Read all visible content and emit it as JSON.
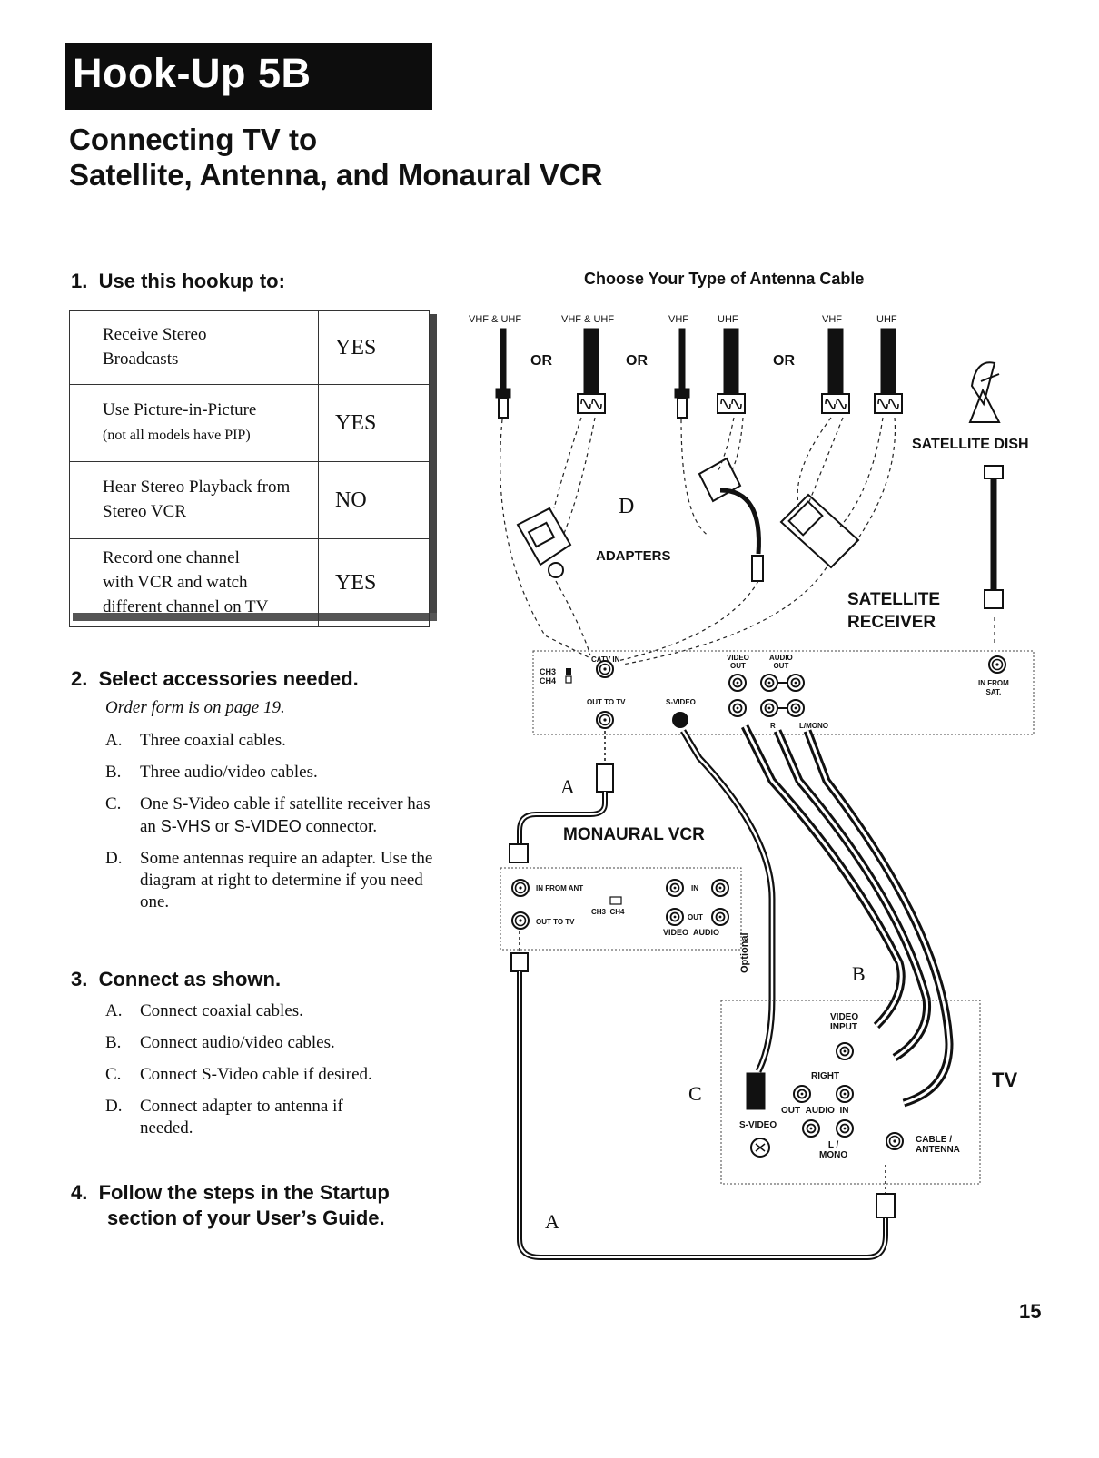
{
  "header": {
    "banner": "Hook-Up 5B",
    "title_line1": "Connecting TV to",
    "title_line2": "Satellite, Antenna, and Monaural VCR"
  },
  "step1": {
    "number": "1.",
    "heading": "Use this hookup to:",
    "rows": [
      {
        "line1": "Receive Stereo",
        "line2": "Broadcasts",
        "small": "",
        "answer": "YES"
      },
      {
        "line1": "Use Picture-in-Picture",
        "line2": "",
        "small": "(not all models have PIP)",
        "answer": "YES"
      },
      {
        "line1": "Hear  Stereo Playback from",
        "line2": "Stereo VCR",
        "small": "",
        "answer": "NO"
      },
      {
        "line1": "Record one channel",
        "line2": "with VCR and watch",
        "line3": "different channel on TV",
        "small": "",
        "answer": "YES"
      }
    ]
  },
  "step2": {
    "number": "2.",
    "heading": "Select accessories needed.",
    "note": "Order form is on page 19.",
    "items": [
      {
        "letter": "A.",
        "text": "Three coaxial cables."
      },
      {
        "letter": "B.",
        "text": "Three audio/video cables."
      },
      {
        "letter": "C.",
        "text_a": "One S-Video cable if satellite receiver has an ",
        "text_b": "S-VHS or S-VIDEO",
        "text_c": " connector."
      },
      {
        "letter": "D.",
        "text": "Some antennas require an adapter. Use the diagram at right to determine if you need one."
      }
    ]
  },
  "step3": {
    "number": "3.",
    "heading": "Connect as shown.",
    "items": [
      {
        "letter": "A.",
        "text": "Connect coaxial cables."
      },
      {
        "letter": "B.",
        "text": "Connect audio/video cables."
      },
      {
        "letter": "C.",
        "text": "Connect S-Video cable if desired."
      },
      {
        "letter": "D.",
        "text": "Connect adapter to antenna if needed."
      }
    ]
  },
  "step4": {
    "number": "4.",
    "line1": "Follow the steps in the Startup",
    "line2": "section of your User’s Guide."
  },
  "diagram": {
    "heading": "Choose Your Type of Antenna Cable",
    "cable_labels": [
      "VHF & UHF",
      "VHF & UHF",
      "VHF",
      "UHF",
      "VHF",
      "UHF"
    ],
    "or_label": "OR",
    "satellite_dish": "SATELLITE DISH",
    "adapters": "ADAPTERS",
    "letter_d": "D",
    "satellite_receiver_1": "SATELLITE",
    "satellite_receiver_2": "RECEIVER",
    "receiver": {
      "ch3": "CH3",
      "ch4": "CH4",
      "catv_in": "CATV IN",
      "out_to_tv": "OUT TO TV",
      "s_video": "S-VIDEO",
      "video_out_1": "VIDEO",
      "video_out_2": "OUT",
      "audio_out_1": "AUDIO",
      "audio_out_2": "OUT",
      "r": "R",
      "l_mono": "L/MONO",
      "in_from_sat_1": "IN FROM",
      "in_from_sat_2": "SAT."
    },
    "letter_a": "A",
    "monaural_vcr": "MONAURAL VCR",
    "vcr": {
      "in_from_ant": "IN FROM ANT",
      "out_to_tv": "OUT TO TV",
      "ch3": "CH3",
      "ch4": "CH4",
      "in": "IN",
      "out": "OUT",
      "video": "VIDEO",
      "audio": "AUDIO"
    },
    "optional": "Optional",
    "letter_b": "B",
    "letter_c": "C",
    "tv_label": "TV",
    "tv": {
      "video_1": "VIDEO",
      "video_2": "INPUT",
      "right": "RIGHT",
      "out": "OUT",
      "audio": "AUDIO",
      "in": "IN",
      "s_video": "S-VIDEO",
      "l": "L /",
      "mono": "MONO",
      "cable_1": "CABLE /",
      "cable_2": "ANTENNA"
    },
    "letter_a2": "A"
  },
  "page_number": "15"
}
